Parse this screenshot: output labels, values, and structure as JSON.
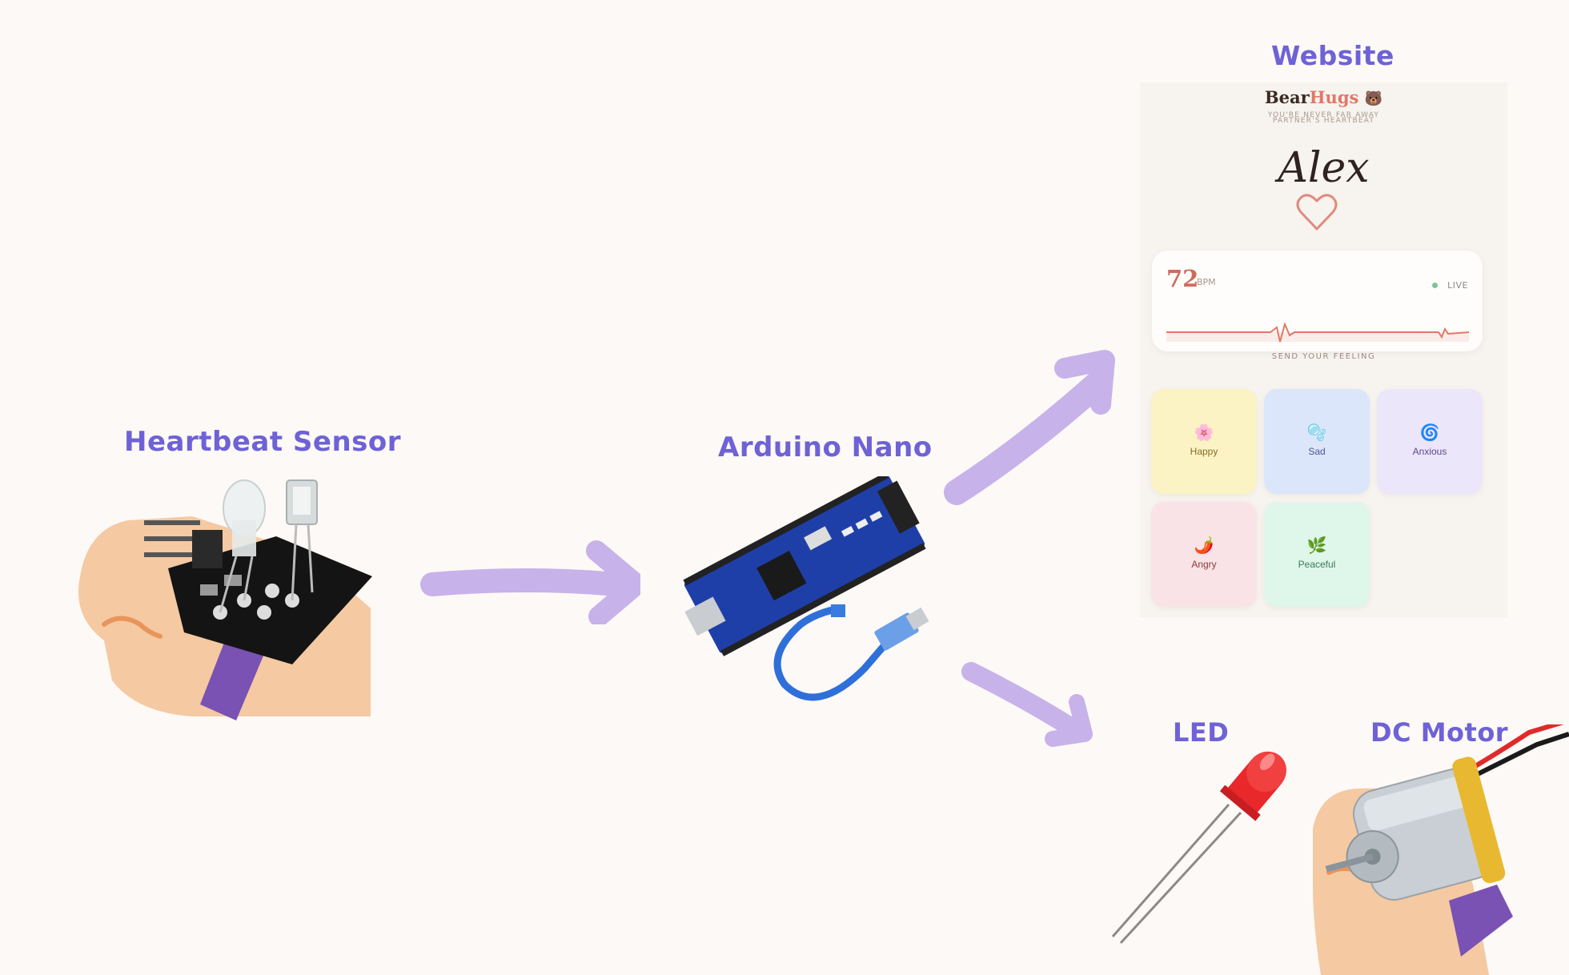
{
  "labels": {
    "heartbeat_sensor": "Heartbeat Sensor",
    "arduino_nano": "Arduino Nano",
    "website": "Website",
    "led": "LED",
    "dc_motor": "DC Motor"
  },
  "website": {
    "brand_prefix": "Bear",
    "brand_suffix": "Hugs",
    "brand_emoji": "🐻",
    "tagline": "YOU'RE NEVER FAR AWAY",
    "subtitle": "PARTNER'S HEARTBEAT",
    "partner_name": "Alex",
    "heart_icon": "heart-outline-icon",
    "heart_rate": {
      "value": "72",
      "unit": "BPM",
      "status": "LIVE"
    },
    "send_label": "SEND YOUR FEELING",
    "moods": [
      {
        "label": "Happy",
        "emoji": "🌸",
        "bg": "#fbf3c4",
        "fg": "#8a6a2a"
      },
      {
        "label": "Sad",
        "emoji": "🫧",
        "bg": "#dce6fb",
        "fg": "#4a5a8a"
      },
      {
        "label": "Anxious",
        "emoji": "🌀",
        "bg": "#ece6fb",
        "fg": "#5a4a8a"
      },
      {
        "label": "Angry",
        "emoji": "🌶️",
        "bg": "#f9e3e6",
        "fg": "#8a3a3a"
      },
      {
        "label": "Peaceful",
        "emoji": "🌿",
        "bg": "#dff6ea",
        "fg": "#3a7a5a"
      }
    ]
  },
  "colors": {
    "label": "#6e62d6",
    "arrow": "#c7b2ea",
    "skin": "#f5c9a2",
    "band": "#7a52b3",
    "accent": "#e0786a"
  }
}
